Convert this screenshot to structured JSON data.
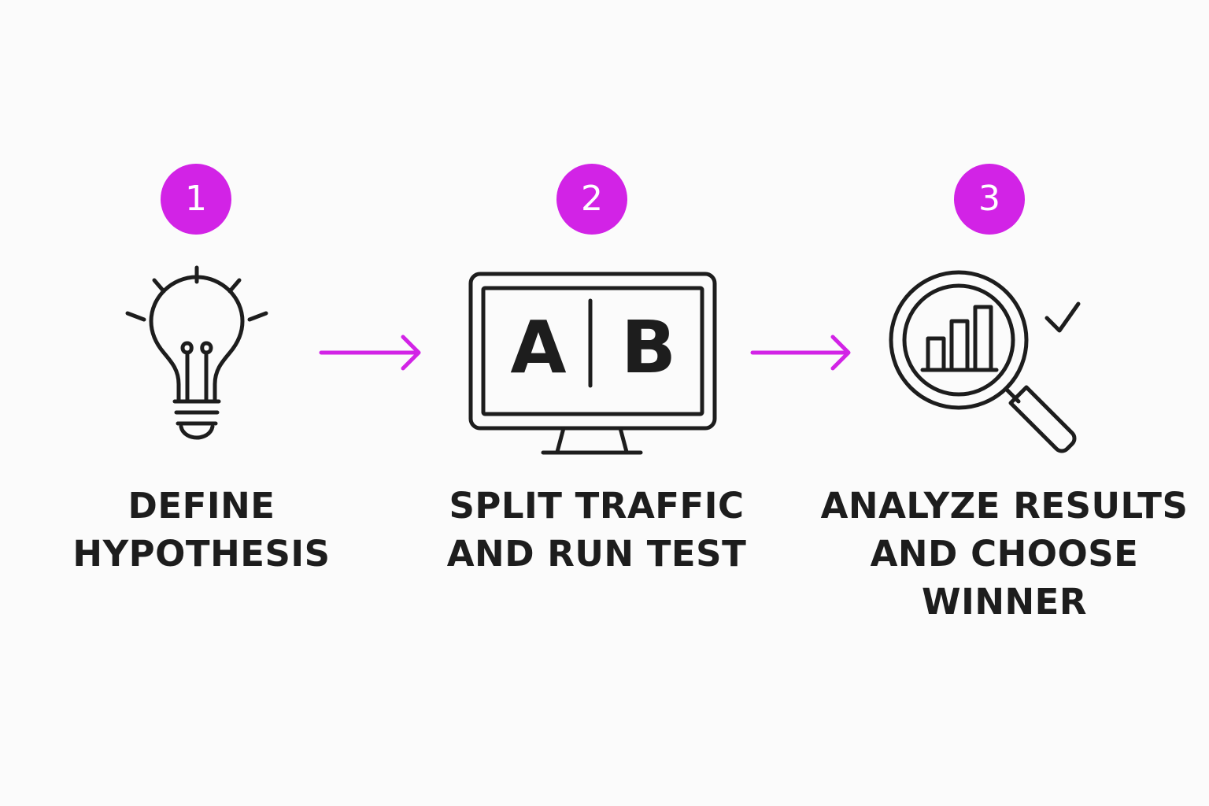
{
  "accent_color": "#d223e6",
  "ink_color": "#1d1d1d",
  "background_color": "#fbfbfb",
  "steps": [
    {
      "number": "1",
      "icon": "lightbulb-icon",
      "label_lines": [
        "DEFINE",
        "HYPOTHESIS"
      ]
    },
    {
      "number": "2",
      "icon": "monitor-ab-icon",
      "screen_left": "A",
      "screen_right": "B",
      "label_lines": [
        "SPLIT TRAFFIC",
        "AND RUN TEST"
      ]
    },
    {
      "number": "3",
      "icon": "magnifier-chart-icon",
      "label_lines": [
        "ANALYZE RESULTS",
        "AND CHOOSE",
        "WINNER"
      ]
    }
  ],
  "connectors": [
    "arrow-right-icon",
    "arrow-right-icon"
  ]
}
